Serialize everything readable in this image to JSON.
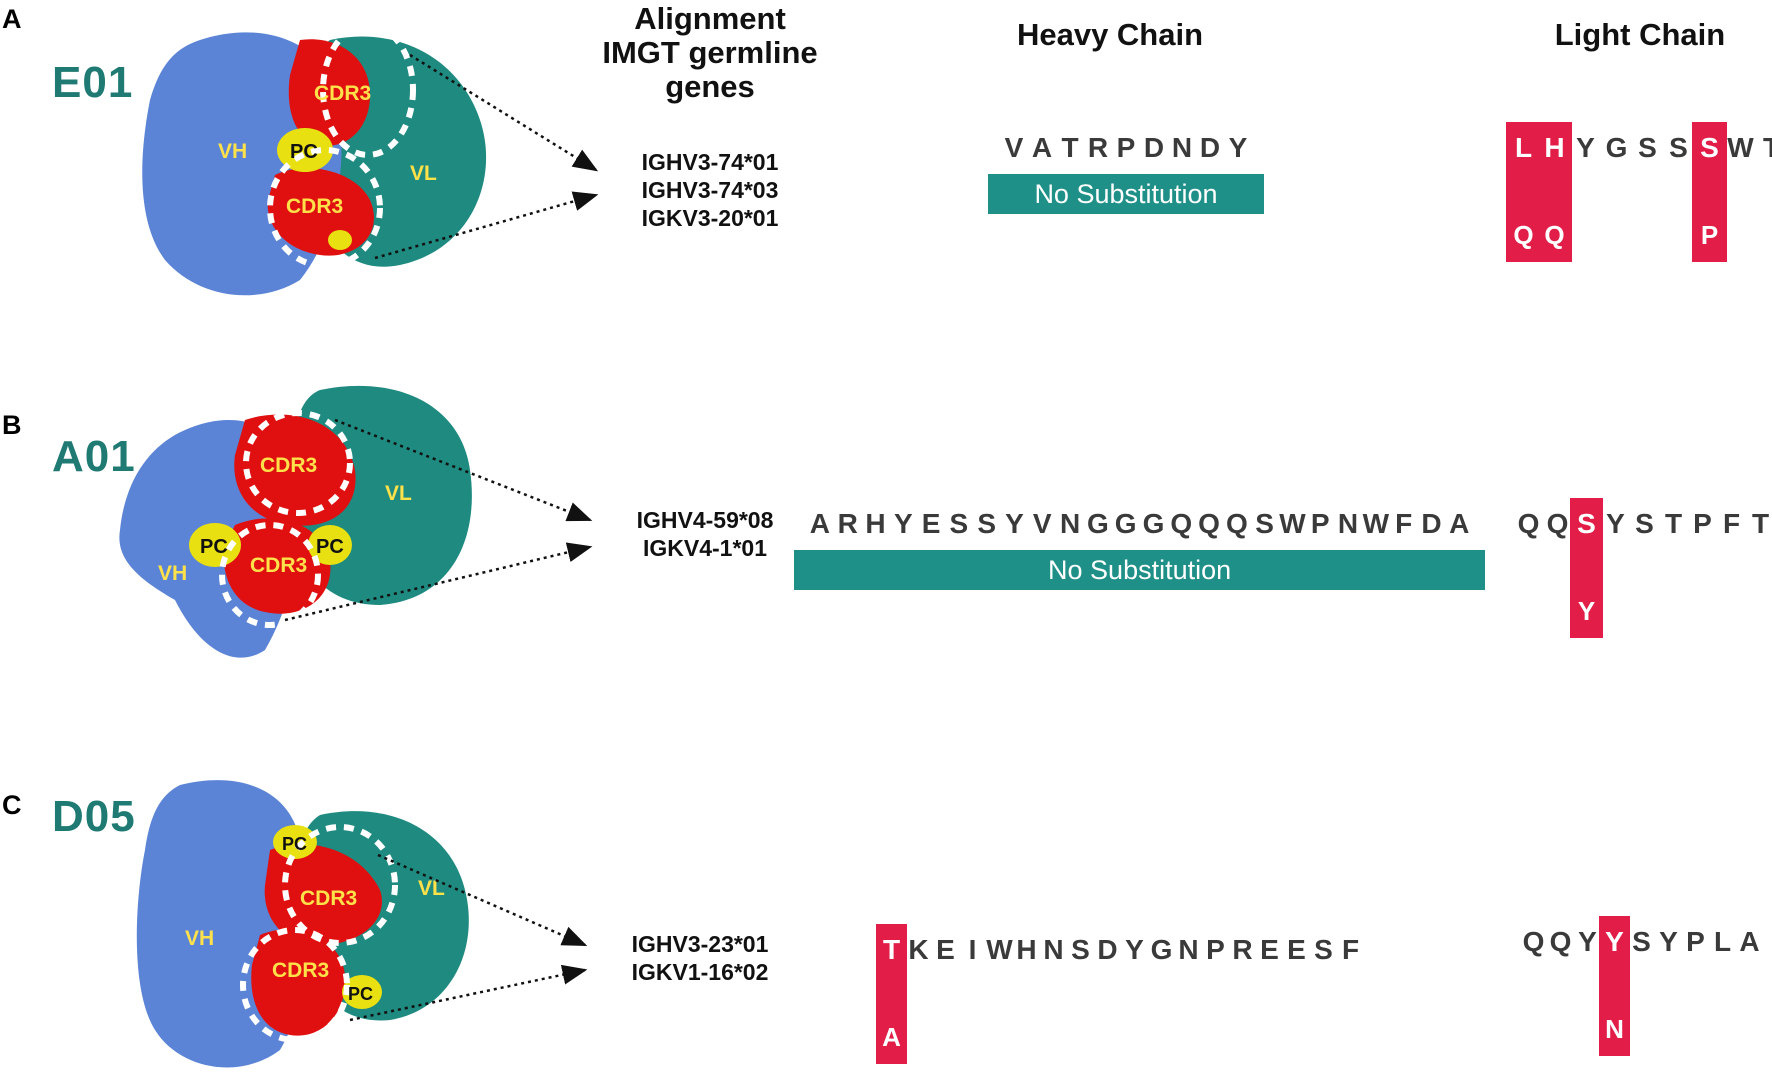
{
  "headers": {
    "alignment_line1": "Alignment",
    "alignment_line2": "IMGT germline genes",
    "heavy": "Heavy Chain",
    "light": "Light Chain"
  },
  "labels": {
    "vh": "VH",
    "vl": "VL",
    "cdr3": "CDR3",
    "pc": "PC"
  },
  "panels": [
    {
      "letter": "A",
      "name": "E01",
      "genes": [
        "IGHV3-74*01",
        "IGHV3-74*03",
        "IGKV3-20*01"
      ],
      "heavy": {
        "sequence": "VATRPDNDY",
        "note": "No Substitution",
        "substitutions": []
      },
      "light": {
        "sequence": "LHYGSSSWT",
        "substitutions": [
          {
            "position": 1,
            "from": "L",
            "to": "Q"
          },
          {
            "position": 2,
            "from": "H",
            "to": "Q"
          },
          {
            "position": 7,
            "from": "S",
            "to": "P"
          }
        ]
      }
    },
    {
      "letter": "B",
      "name": "A01",
      "genes": [
        "IGHV4-59*08",
        "IGKV4-1*01"
      ],
      "heavy": {
        "sequence": "ARHYESSYVNGGGQQQSWPNWFDA",
        "note": "No Substitution",
        "substitutions": []
      },
      "light": {
        "sequence": "QQSYSTPFT",
        "substitutions": [
          {
            "position": 3,
            "from": "S",
            "to": "Y"
          }
        ]
      }
    },
    {
      "letter": "C",
      "name": "D05",
      "genes": [
        "IGHV3-23*01",
        "IGKV1-16*02"
      ],
      "heavy": {
        "sequence": "TKEIWHNSDYGNPREESF",
        "note": "",
        "substitutions": [
          {
            "position": 1,
            "from": "T",
            "to": "A"
          }
        ]
      },
      "light": {
        "sequence": "QQYYSYPLA",
        "substitutions": [
          {
            "position": 4,
            "from": "Y",
            "to": "N"
          }
        ]
      }
    }
  ],
  "colors": {
    "vh": "#5b84d6",
    "vl": "#1e8a80",
    "cdr3": "#e01010",
    "pc": "#e8e010",
    "substitution": "#e11d48",
    "no_substitution": "#1f9088",
    "name": "#1e7a72"
  }
}
